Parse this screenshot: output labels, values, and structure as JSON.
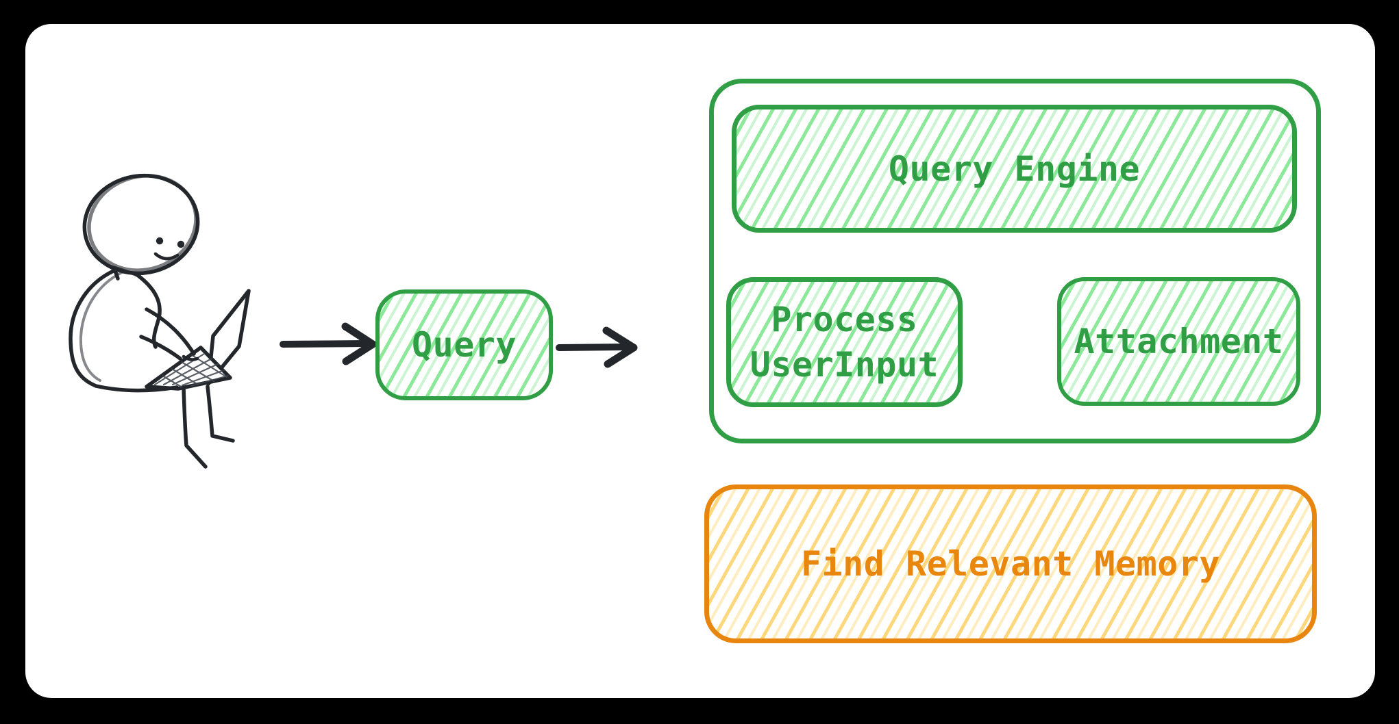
{
  "scene": {
    "background": "#000000",
    "card_background": "#ffffff"
  },
  "palette": {
    "green_border": "#2f9e44",
    "green_text": "#2f9e44",
    "green_hatch": "#8ce99a",
    "orange_border": "#e8850e",
    "orange_text": "#e8860d",
    "orange_hatch": "#ffd87d",
    "arrow_ink": "#23272b",
    "figure_ink": "#23272b"
  },
  "figure": {
    "icon": "person-with-laptop-icon"
  },
  "nodes": {
    "query": {
      "label": "Query"
    },
    "query_engine": {
      "label": "Query Engine"
    },
    "process_user_input": {
      "line1": "Process",
      "line2": "UserInput"
    },
    "attachment": {
      "label": "Attachment"
    },
    "find_relevant_memory": {
      "label": "Find Relevant Memory"
    }
  },
  "edges": [
    {
      "name": "user-to-query",
      "direction": "right"
    },
    {
      "name": "query-to-engine-container",
      "direction": "right"
    },
    {
      "name": "process-to-attachment",
      "direction": "right"
    }
  ]
}
